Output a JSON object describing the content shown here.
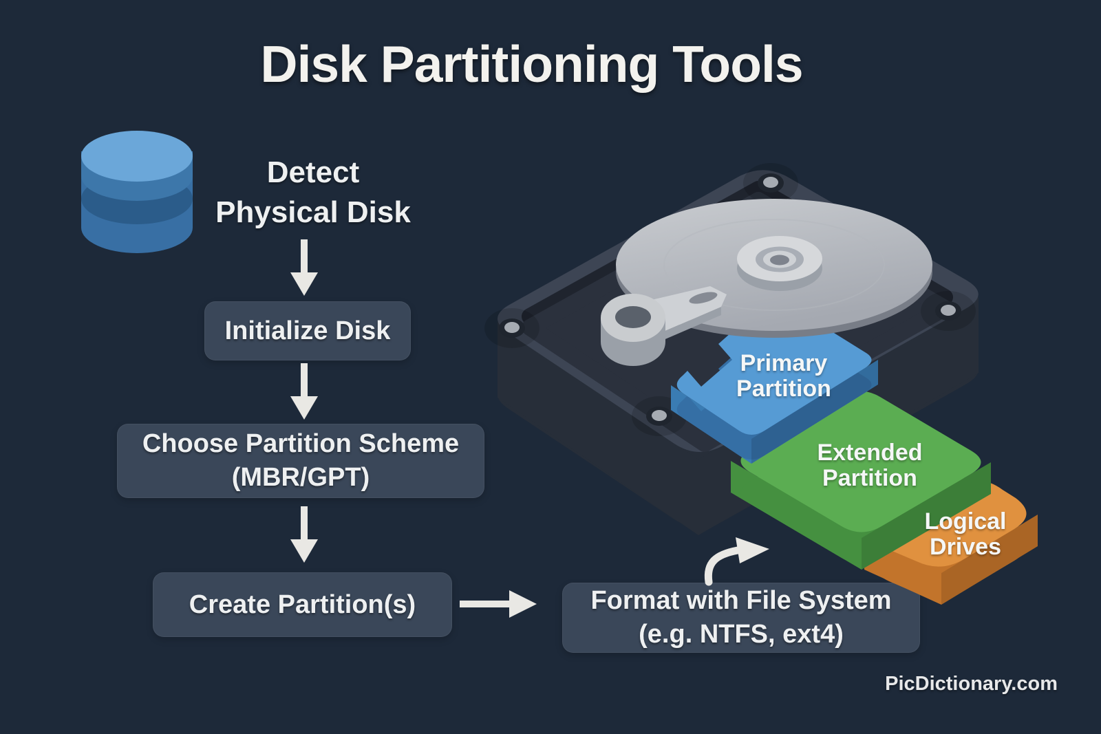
{
  "title": "Disk Partitioning Tools",
  "watermark": "PicDictionary.com",
  "colors": {
    "background": "#1d2939",
    "box_background": "#3a4759",
    "text": "#eef0f1",
    "arrow": "#e9e8e4",
    "cylinder_blue": "#3d77aa",
    "primary_blue": "#569bd4",
    "extended_green": "#5bad52",
    "logical_orange": "#e0913f"
  },
  "flow": {
    "detect_line1": "Detect",
    "detect_line2": "Physical Disk",
    "initialize": "Initialize Disk",
    "choose_line1": "Choose Partition Scheme",
    "choose_line2": "(MBR/GPT)",
    "create": "Create Partition(s)",
    "format_line1": "Format with File System",
    "format_line2": "(e.g. NTFS, ext4)"
  },
  "partitions": [
    {
      "name": "primary",
      "line1": "Primary",
      "line2": "Partition",
      "color": "#569bd4"
    },
    {
      "name": "extended",
      "line1": "Extended",
      "line2": "Partition",
      "color": "#5bad52"
    },
    {
      "name": "logical",
      "line1": "Logical",
      "line2": "Drives",
      "color": "#e0913f"
    }
  ]
}
